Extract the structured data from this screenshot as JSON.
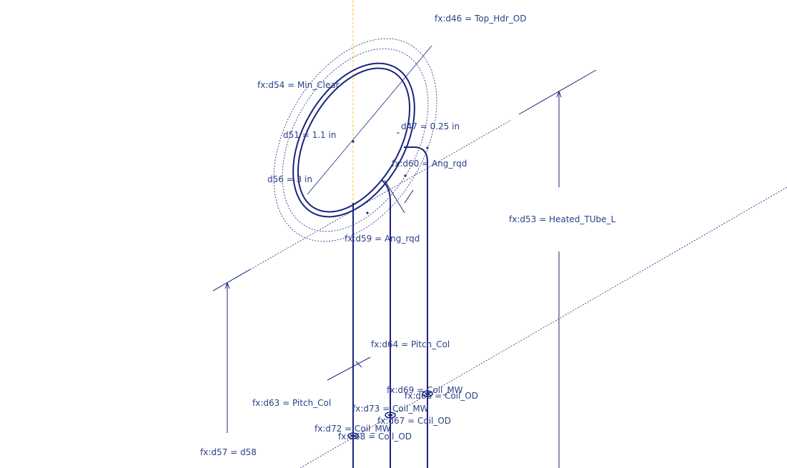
{
  "colors": {
    "geometry": "#1a237e",
    "text": "#2b3f86",
    "construction": "#1a237e",
    "axis": "#f5c542",
    "background": "#ffffff"
  },
  "dimensions": {
    "d46": "fx:d46 = Top_Hdr_OD",
    "d54": "fx:d54 = Min_Clear",
    "d51": "d51 = 1.1 in",
    "d47": "d47 = 0.25 in",
    "d60": "fx:d60 = Ang_rqd",
    "d56": "d56 = 3 in",
    "d59": "fx:d59 = Ang_rqd",
    "d53": "fx:d53 = Heated_TUbe_L",
    "d64": "fx:d64 = Pitch_Col",
    "d69": "fx:d69 = Coil_MW",
    "d66": "fx:d66 = Coil_OD",
    "d73": "fx:d73 = Coil_MW",
    "d67": "fx:d67 = Coil_OD",
    "d63": "fx:d63 = Pitch_Col",
    "d72": "fx:d72 = Coil_MW",
    "d68": "fx:d68 = Coil_OD",
    "d57": "fx:d57 = d58"
  }
}
